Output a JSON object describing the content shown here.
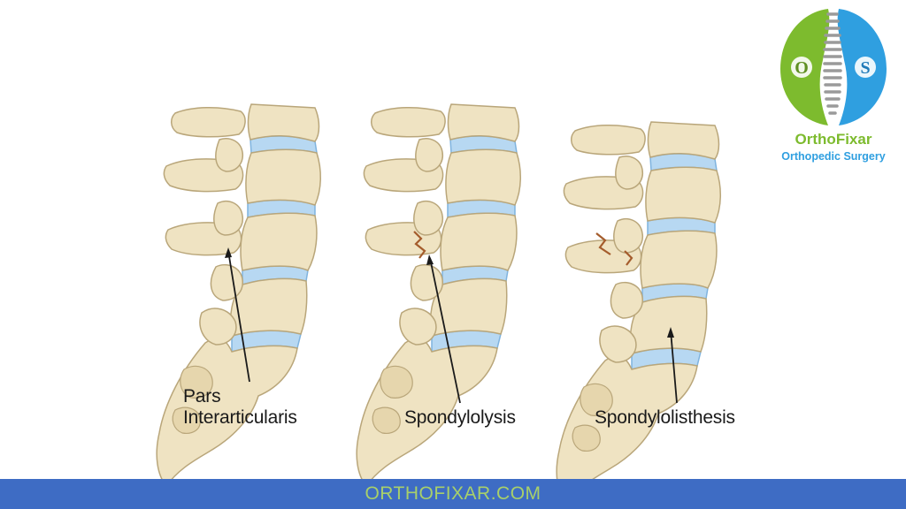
{
  "labels": {
    "pars_line1": "Pars",
    "pars_line2": "Interarticularis",
    "spondylolysis": "Spondylolysis",
    "spondylolisthesis": "Spondylolisthesis"
  },
  "logo": {
    "letter_left": "O",
    "letter_right": "S",
    "brand": "OrthoFixar",
    "tagline": "Orthopedic Surgery"
  },
  "footer": {
    "text": "ORTHOFIXAR.COM"
  },
  "colors": {
    "bone": "#efe3c2",
    "bone_outline": "#b9a67a",
    "disc": "#b7d8f2",
    "disc_outline": "#7fb3de",
    "fracture": "#a45c2c",
    "logo_green": "#7dbb2e",
    "logo_blue": "#2f9fe0",
    "footer_bg": "#3e6cc4",
    "footer_text": "#a8d06a"
  },
  "icons": {
    "logo": "spine-logo-icon"
  }
}
